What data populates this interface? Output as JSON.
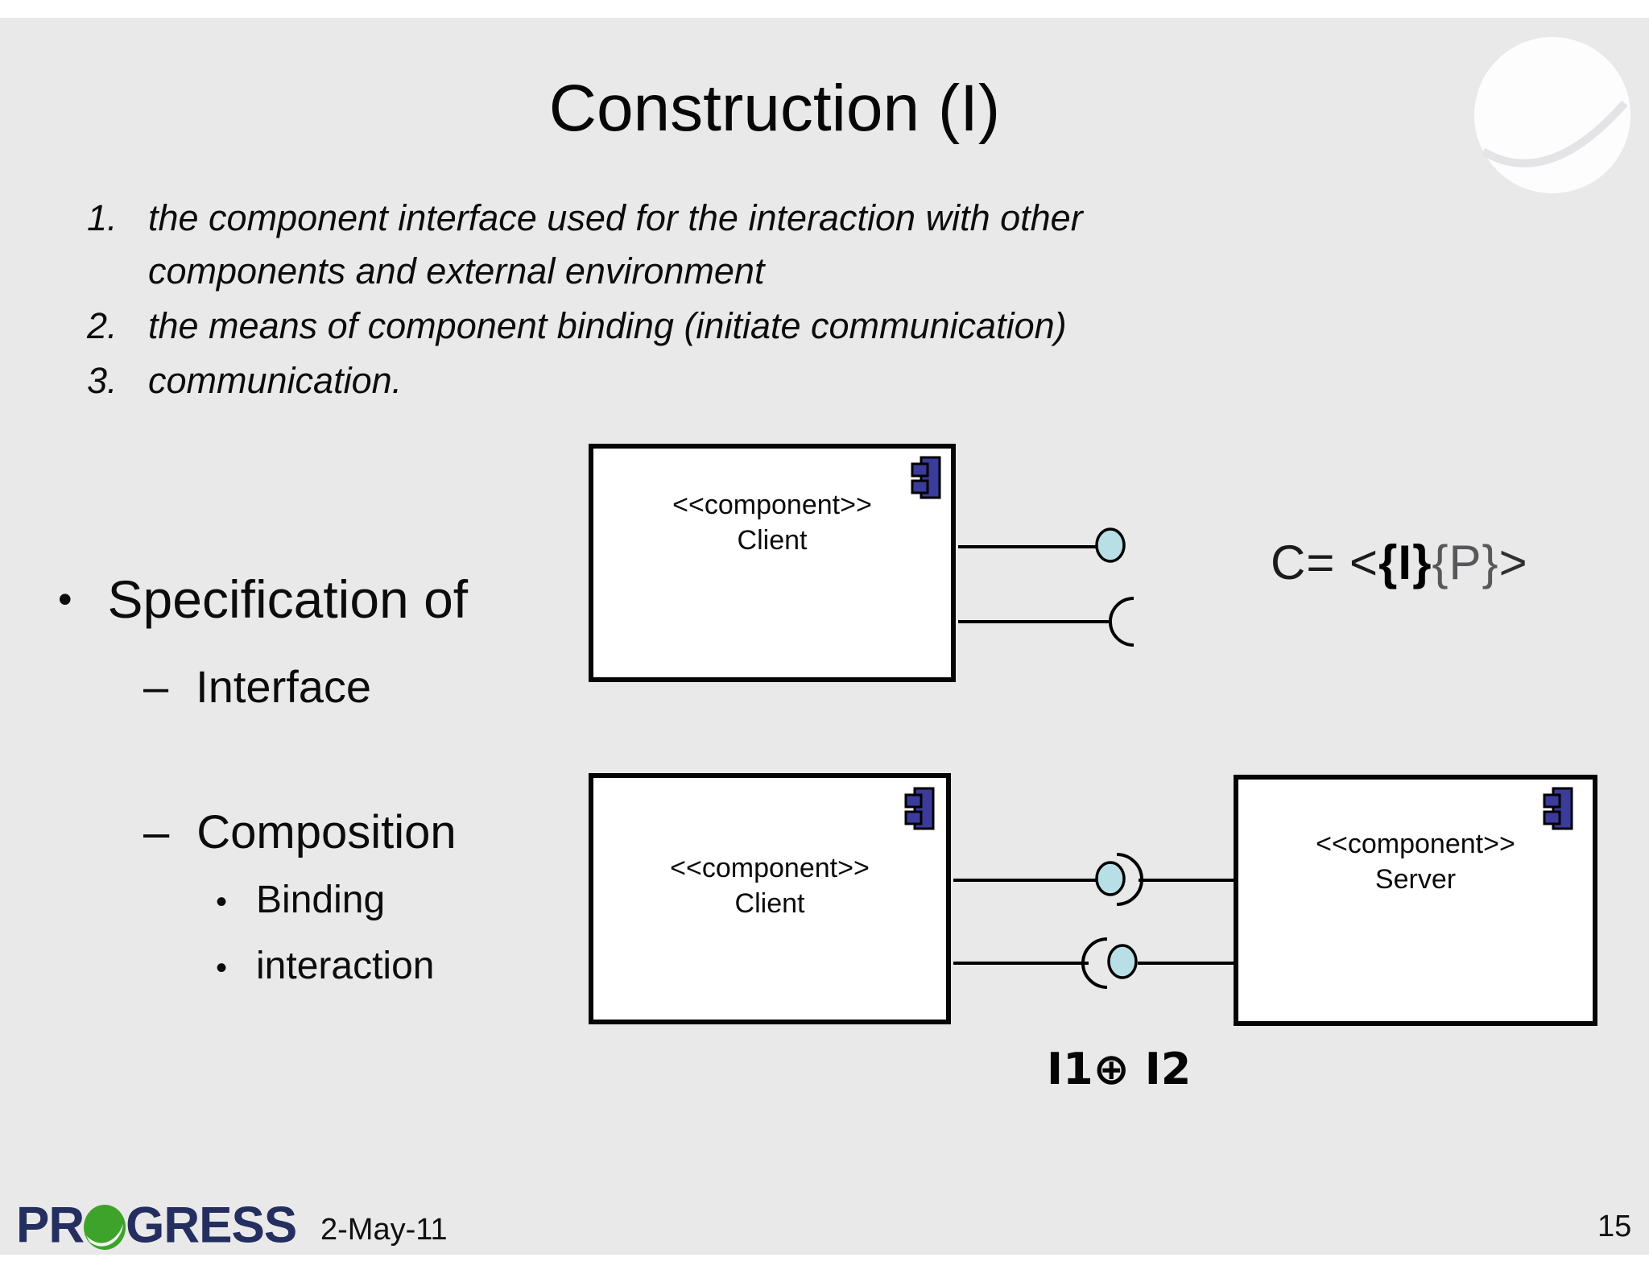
{
  "slide": {
    "title": "Construction (I)",
    "date": "2-May-11",
    "page_number": "15"
  },
  "numbered_list": [
    {
      "num": "1.",
      "text": "the component interface used for the interaction with other components and external environment"
    },
    {
      "num": "2.",
      "text": "the means of component binding (initiate communication)"
    },
    {
      "num": "3.",
      "text": "communication."
    }
  ],
  "outline": {
    "bullet_dot": "•",
    "bullet_dash": "–",
    "spec": "Specification of",
    "interface": "Interface",
    "composition": "Composition",
    "binding": "Binding",
    "interaction": "interaction"
  },
  "components": {
    "client_top": {
      "stereotype": "<<component>>",
      "name": "Client"
    },
    "client_bottom": {
      "stereotype": "<<component>>",
      "name": "Client"
    },
    "server": {
      "stereotype": "<<component>>",
      "name": "Server"
    }
  },
  "formula": {
    "prefix": "C= <",
    "interfaces": "{I}",
    "ports": "{P}",
    "suffix": ">"
  },
  "interface_sum_label": "I1⊕ I2",
  "logo": {
    "pr": "PR",
    "gress": "GRESS"
  },
  "colors": {
    "slide_bg": "#e9e9ea",
    "connector_ball": "#b8dfe5",
    "component_icon": "#3b3b9c",
    "logo_green": "#3ea32a",
    "logo_navy": "#242e5f"
  }
}
